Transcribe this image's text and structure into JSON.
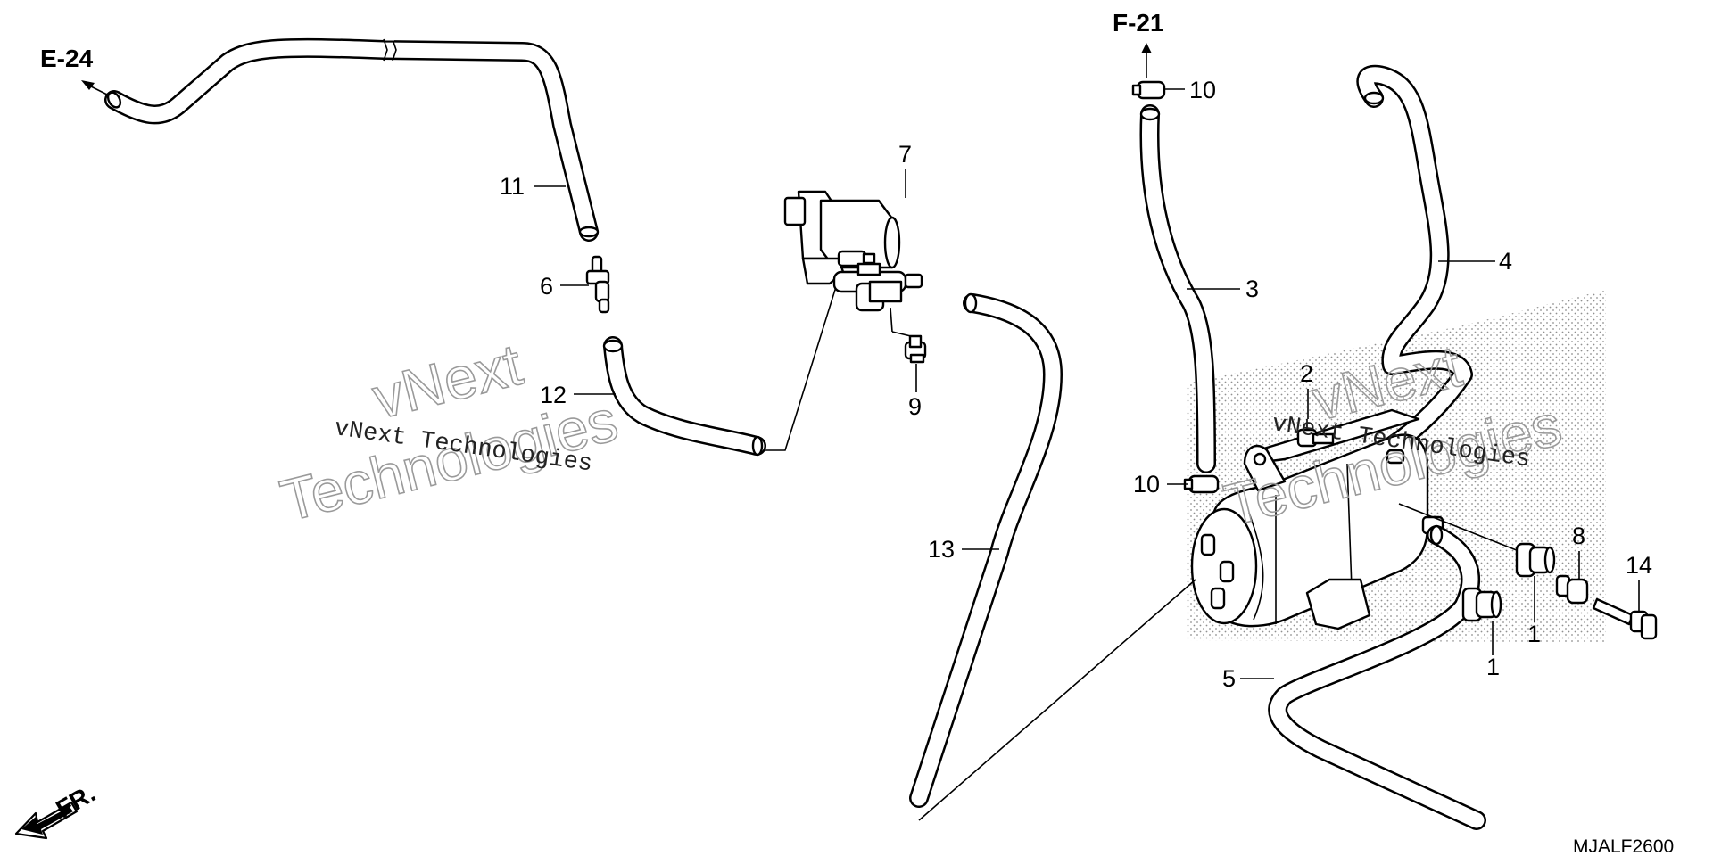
{
  "diagram": {
    "drawing_code": "MJALF2600",
    "front_label": "FR.",
    "references": {
      "top": "F-21",
      "left": "E-24"
    },
    "callouts": {
      "c1a": "1",
      "c1b": "1",
      "c2": "2",
      "c3": "3",
      "c4": "4",
      "c5": "5",
      "c6": "6",
      "c7": "7",
      "c8": "8",
      "c9": "9",
      "c10a": "10",
      "c10b": "10",
      "c11": "11",
      "c12": "12",
      "c13": "13",
      "c14": "14"
    },
    "watermarks": {
      "plain": "vNext Technologies",
      "outline_top": "vNext",
      "outline_bottom": "Technologies"
    }
  }
}
